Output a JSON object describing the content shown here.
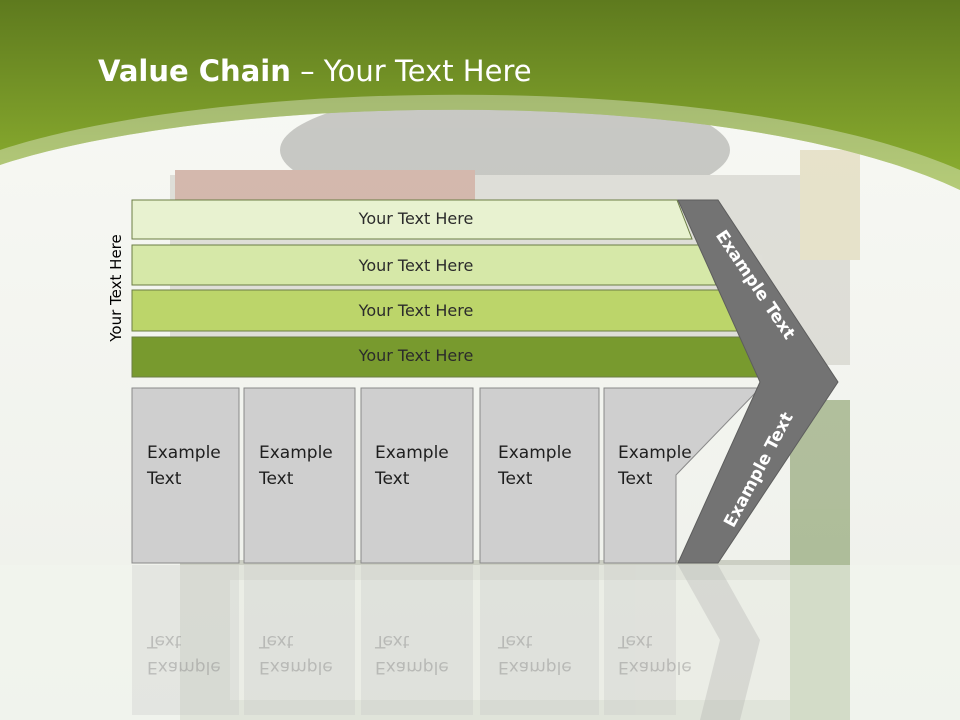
{
  "title": {
    "bold": "Value Chain",
    "rest": " – Your Text Here"
  },
  "side_label": "Your Text Here",
  "bars": [
    {
      "label": "Your Text Here",
      "fill": "#e8f2d0"
    },
    {
      "label": "Your Text Here",
      "fill": "#d6e8a8"
    },
    {
      "label": "Your Text Here",
      "fill": "#bcd56a"
    },
    {
      "label": "Your Text Here",
      "fill": "#789a2e"
    }
  ],
  "boxes": [
    {
      "line1": "Example",
      "line2": "Text"
    },
    {
      "line1": "Example",
      "line2": "Text"
    },
    {
      "line1": "Example",
      "line2": "Text"
    },
    {
      "line1": "Example",
      "line2": "Text"
    },
    {
      "line1": "Example",
      "line2": "Text"
    }
  ],
  "arrow": {
    "upper_text": "Example Text",
    "lower_text": "Example Text"
  },
  "colors": {
    "header_dark": "#5e7a1e",
    "header_light": "#8db030",
    "arrow": "#737373",
    "box": "#cfcfcf"
  }
}
